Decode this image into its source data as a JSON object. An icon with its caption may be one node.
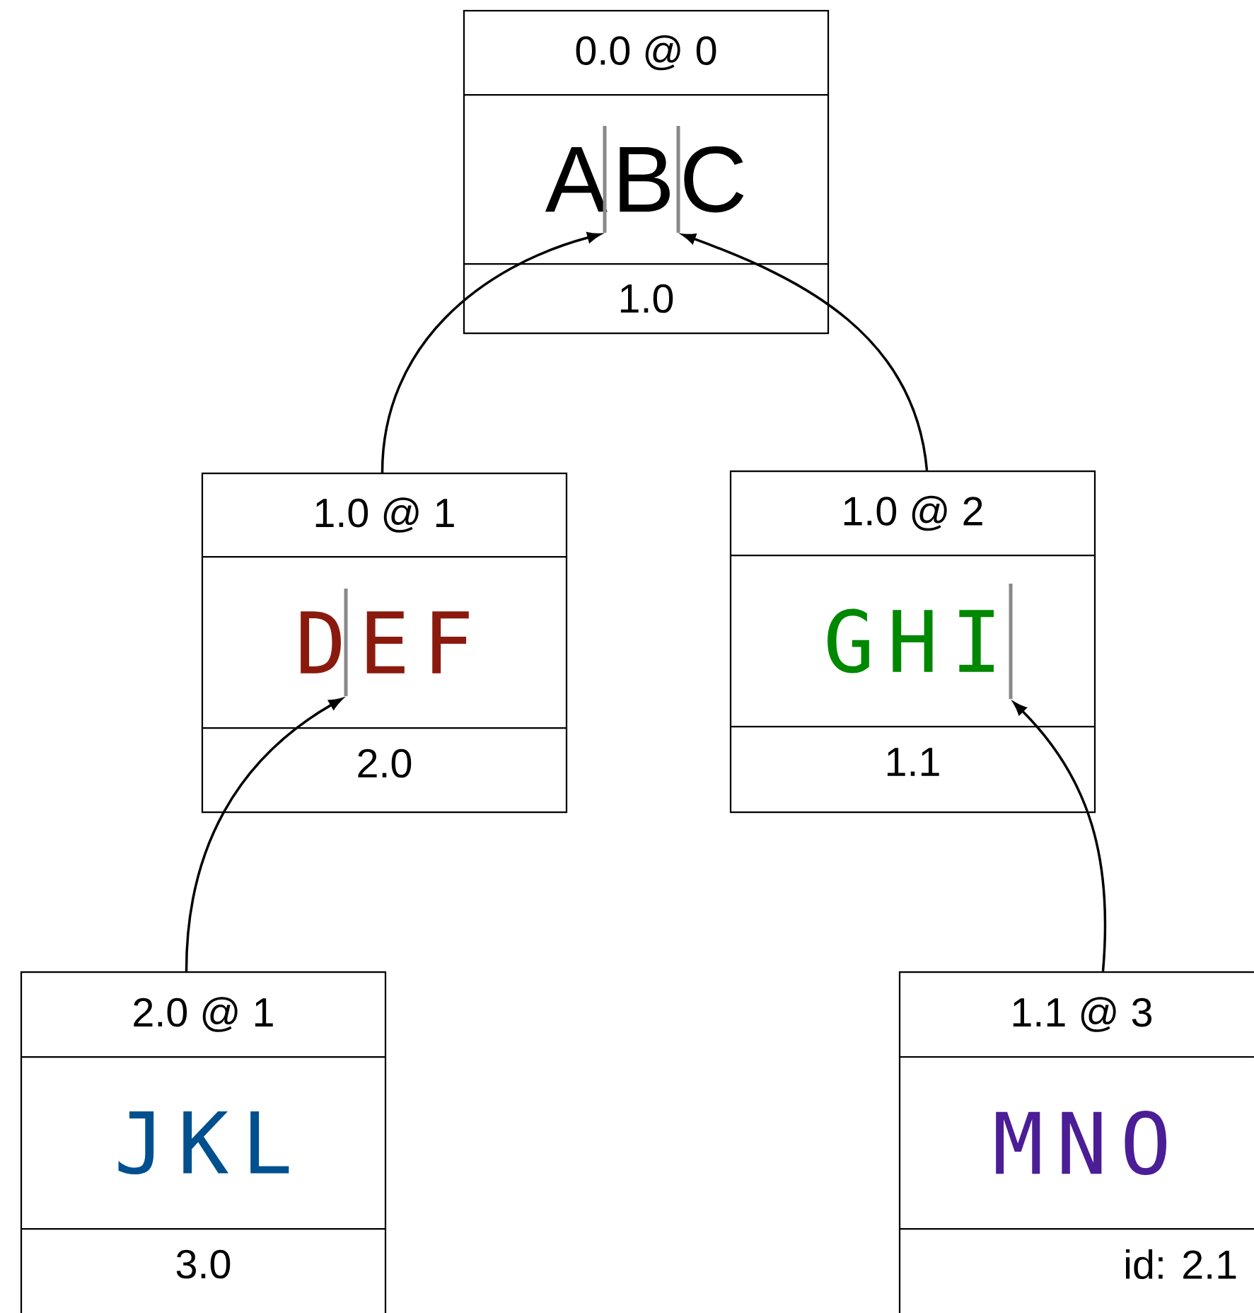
{
  "diagram": {
    "nodes": [
      {
        "text": [
          "0.0 @ 0",
          "ABC",
          "1.0"
        ]
      },
      {
        "text": [],
        "shape": "bar",
        "in": 0
      },
      {
        "text": [],
        "shape": "bar",
        "in": 0
      },
      {
        "text": [
          "1.0 @ 1",
          "DEF",
          "2.0"
        ]
      },
      {
        "text": [],
        "shape": "bar",
        "in": 3
      },
      {
        "text": [
          "1.0 @ 2",
          "GHI",
          "1.1"
        ]
      },
      {
        "text": [],
        "shape": "bar",
        "in": 5
      },
      {
        "text": [
          "2.0 @ 1",
          "JKL",
          "3.0"
        ]
      },
      {
        "text": [
          "1.1 @ 3",
          "MNO",
          "id: 2.1"
        ]
      }
    ],
    "edges": [
      {
        "from": 3,
        "to": 1,
        "arrow": "to"
      },
      {
        "from": 5,
        "to": 2,
        "arrow": "to"
      },
      {
        "from": 7,
        "to": 4,
        "arrow": "to"
      },
      {
        "from": 8,
        "to": 6,
        "arrow": "to"
      }
    ]
  }
}
